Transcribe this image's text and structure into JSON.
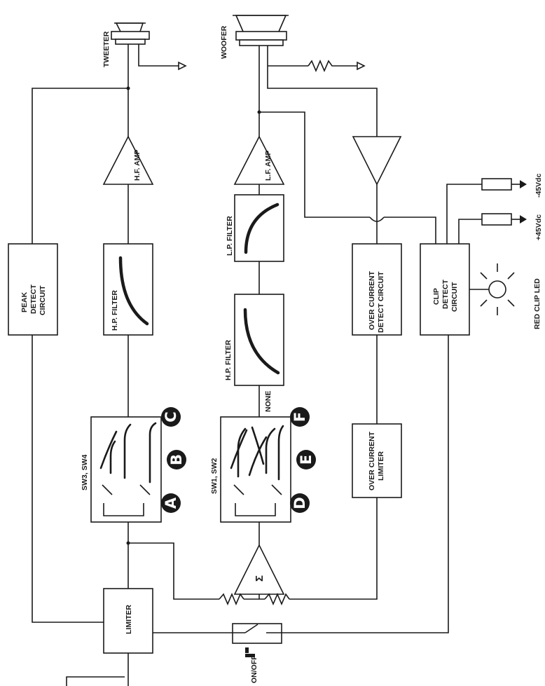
{
  "speakers": {
    "tweeter": "TWEETER",
    "woofer": "WOOFER"
  },
  "blocks": {
    "hf_amp": "H.F. AMP",
    "lf_amp": "L.F. AMP",
    "hp_filter_top": "H.P. FILTER",
    "hp_filter_mid": "H.P. FILTER",
    "lp_filter": "L.P. FILTER",
    "peak_detect_1": "PEAK",
    "peak_detect_2": "DETECT",
    "peak_detect_3": "CIRCUIT",
    "oc_detect_1": "OVER CURRENT",
    "oc_detect_2": "DETECT CIRCUIT",
    "oc_limiter_1": "OVER CURRENT",
    "oc_limiter_2": "LIMITER",
    "clip_detect_1": "CLIP",
    "clip_detect_2": "DETECT",
    "clip_detect_3": "CIRCUIT",
    "limiter": "LIMITER",
    "sigma": "Σ"
  },
  "switches": {
    "sw34": "SW3, SW4",
    "sw12": "SW1, SW2",
    "none": "NONE"
  },
  "badges": {
    "a": "A",
    "b": "B",
    "c": "C",
    "d": "D",
    "e": "E",
    "f": "F"
  },
  "power": {
    "plus": "+45Vdc",
    "minus": "-45Vdc",
    "led": "RED CLIP LED",
    "onoff": "ON/OFF"
  }
}
